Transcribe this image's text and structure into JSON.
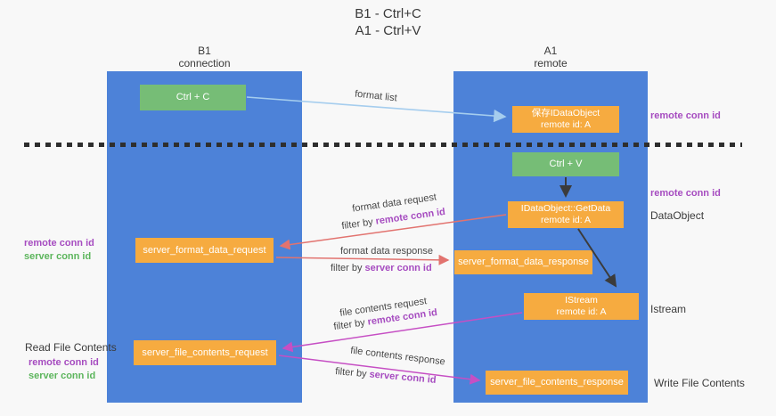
{
  "title": {
    "line1": "B1 - Ctrl+C",
    "line2": "A1 - Ctrl+V"
  },
  "colors": {
    "column_blue": "#4d82d8",
    "box_green": "#76bd76",
    "box_orange": "#f6ab40",
    "arrow_light_blue": "#a5cdee",
    "arrow_red": "#e2736f",
    "arrow_magenta": "#c64fc4",
    "arrow_black": "#3b3b3b",
    "text_purple": "#a64cc0",
    "text_green": "#5cb55c"
  },
  "columns": {
    "left": {
      "title": "B1",
      "subtitle": "connection"
    },
    "right": {
      "title": "A1",
      "subtitle": "remote"
    }
  },
  "nodes": {
    "ctrl_c": {
      "label": "Ctrl + C"
    },
    "save_dataobject": {
      "line1": "保存IDataObject",
      "line2": "remote id: A"
    },
    "ctrl_v": {
      "label": "Ctrl + V"
    },
    "getdata": {
      "line1": "IDataObject::GetData",
      "line2": "remote id: A"
    },
    "format_request": {
      "label": "server_format_data_request"
    },
    "format_response": {
      "label": "server_format_data_response"
    },
    "istream": {
      "line1": "IStream",
      "line2": "remote id: A"
    },
    "file_request": {
      "label": "server_file_contents_request"
    },
    "file_response": {
      "label": "server_file_contents_response"
    }
  },
  "side_labels": {
    "remote_conn_top_right": "remote conn id",
    "remote_conn_mid_right": "remote conn id",
    "dataobject": "DataObject",
    "istream": "Istream",
    "write_file": "Write File Contents",
    "read_file": "Read File Contents",
    "left_remote_conn_1": "remote conn id",
    "left_server_conn_1": "server conn id",
    "left_remote_conn_2": "remote conn id",
    "left_server_conn_2": "server conn id"
  },
  "flows": {
    "format_list": {
      "text": "format list"
    },
    "format_request": {
      "text": "format data request"
    },
    "format_request_filter": {
      "prefix": "filter by ",
      "highlight": "remote conn id"
    },
    "format_response": {
      "text": "format data response"
    },
    "format_response_filter": {
      "prefix": "filter by ",
      "highlight": "server conn id"
    },
    "file_request": {
      "text": "file contents request"
    },
    "file_request_filter": {
      "prefix": "filter by ",
      "highlight": "remote conn id"
    },
    "file_response": {
      "text": "file contents response"
    },
    "file_response_filter": {
      "prefix": "filter by ",
      "highlight": "server conn id"
    }
  }
}
